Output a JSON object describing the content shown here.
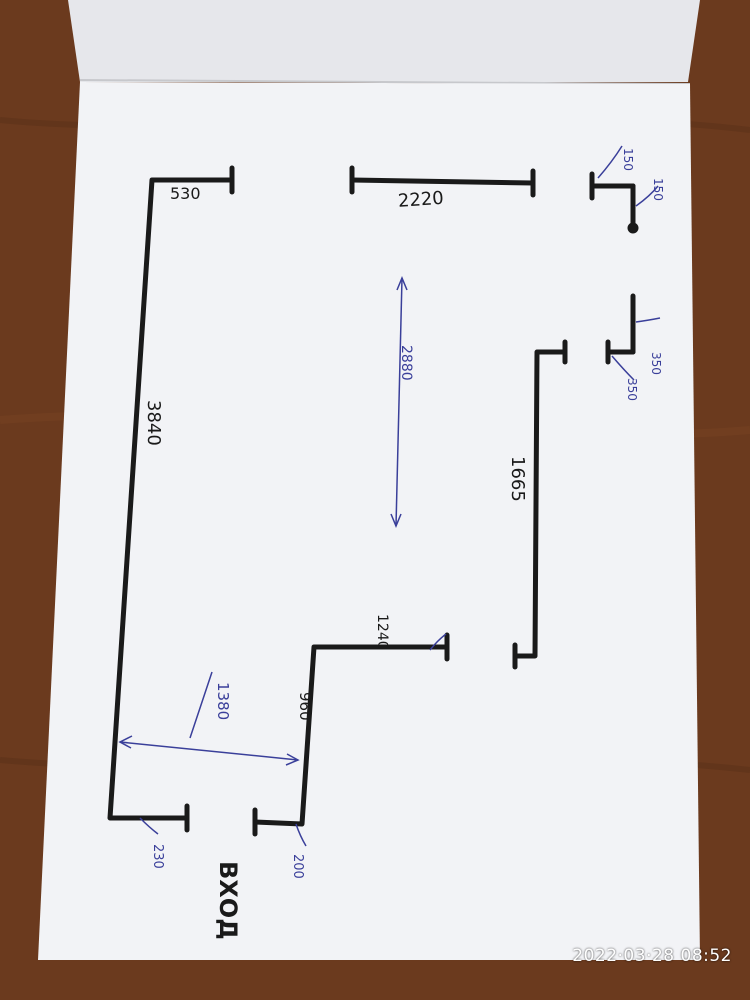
{
  "photo": {
    "timestamp": "2022·03·28  08:52"
  },
  "plan": {
    "entrance_label": "ВХОД",
    "dims": {
      "d530": "530",
      "d2220": "2220",
      "d150a": "150",
      "d150b": "150",
      "d2880": "2880",
      "d3840": "3840",
      "d1665": "1665",
      "d350a": "350",
      "d350b": "350",
      "d1240": "1240",
      "d1380": "1380",
      "d960": "960",
      "d200": "200",
      "d230": "230"
    }
  },
  "colors": {
    "table": "#6b3a1e",
    "paper": "#f2f3f6",
    "marker": "#1a1a1a",
    "pen": "#3a3f9a"
  }
}
